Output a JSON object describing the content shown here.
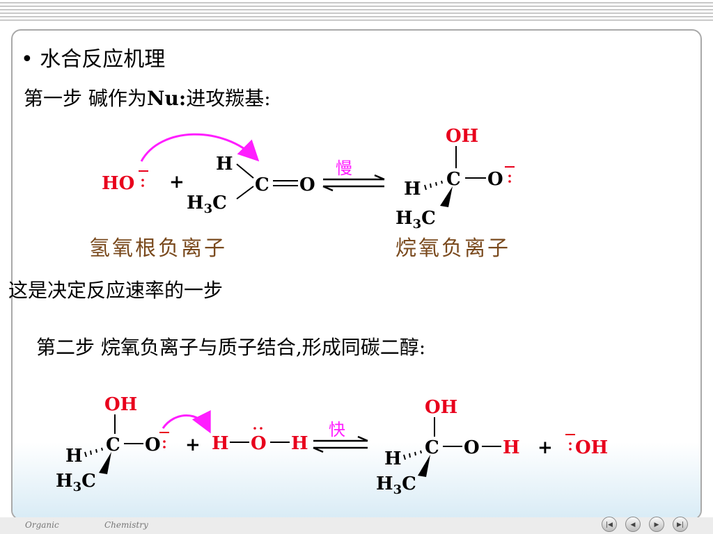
{
  "slide": {
    "bullet": "•",
    "heading": "水合反应机理",
    "step1": {
      "prefix": "第一步 碱作为",
      "nu": "Nu:",
      "suffix": "进攻羰基:"
    },
    "label_hydroxide": "氢氧根负离子",
    "label_alkoxide": "烷氧负离子",
    "rate_note": "这是决定反应速率的一步",
    "step2": "第二步  烷氧负离子与质子结合,形成同碳二醇:",
    "slow": "慢",
    "fast": "快",
    "r1": {
      "ho": "HO",
      "plus": "+",
      "h": "H",
      "h3c": "H",
      "sub3": "3",
      "c": "C",
      "o": "O"
    },
    "p1": {
      "oh": "OH",
      "c": "C",
      "o": "O",
      "h": "H",
      "h3c": "H",
      "sub3": "3",
      "c2": "C"
    },
    "r2": {
      "oh": "OH",
      "c": "C",
      "o": "O",
      "h": "H",
      "h3c": "H",
      "sub3": "3",
      "c2": "C",
      "plus": "+",
      "water_h1": "H",
      "water_o": "O",
      "water_h2": "H"
    },
    "p2": {
      "oh": "OH",
      "c": "C",
      "o": "O",
      "h_red": "H",
      "plus": "+",
      "hydroxide": "OH",
      "h": "H",
      "h3c": "H",
      "sub3": "3",
      "c2": "C"
    }
  },
  "footer": {
    "left": "Organic",
    "right": "Chemistry"
  },
  "nav": [
    "|◀",
    "◀",
    "▶",
    "▶|"
  ],
  "colors": {
    "red": "#e8001c",
    "magenta": "#ff1eff",
    "brown": "#7a4a1e",
    "black": "#000000"
  }
}
